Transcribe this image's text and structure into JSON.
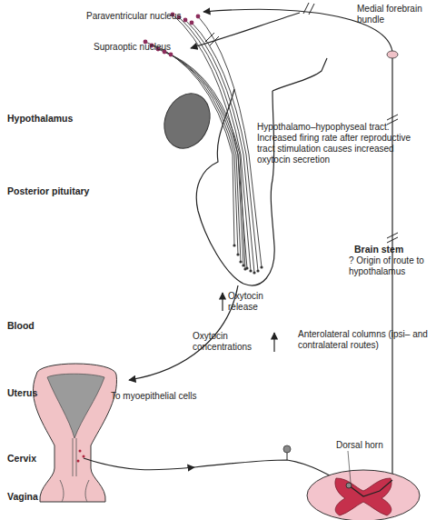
{
  "diagram": {
    "labels": [
      "Paraventricular nucleus",
      "Medial forebrain bundle",
      "Supraoptic nucleus",
      "Hypothalamus",
      "Hypothalamo–hypophyseal tract. Increased firing rate after reproductive tract stimulation causes increased oxytocin secretion",
      "Posterior pituitary",
      "Brain stem",
      "? Origin of route to hypothalamus",
      "Oxytocin release",
      "Blood",
      "Oxytocin concentrations",
      "Anterolateral columns (ipsi– and contralateral routes)",
      "Uterus",
      "To myoepithelial cells",
      "Cervix",
      "Dorsal horn",
      "Vagina"
    ]
  }
}
